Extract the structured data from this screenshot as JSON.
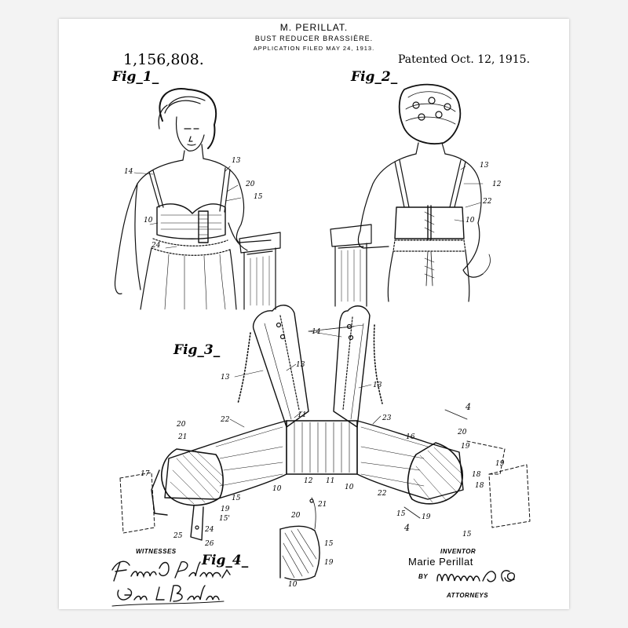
{
  "header": {
    "inventor_name": "M. PERILLAT.",
    "title": "BUST REDUCER BRASSIÈRE.",
    "filed": "APPLICATION FILED MAY 24, 1913.",
    "patent_number": "1,156,808.",
    "patented": "Patented Oct. 12, 1915."
  },
  "figures": {
    "fig1": "Fig_1_",
    "fig2": "Fig_2_",
    "fig3": "Fig_3_",
    "fig4": "Fig_4_"
  },
  "fig1_labels": [
    "14",
    "13",
    "20",
    "15",
    "10",
    "24"
  ],
  "fig2_labels": [
    "13",
    "12",
    "22",
    "10"
  ],
  "fig3_labels": [
    "14",
    "13",
    "13",
    "13",
    "11",
    "22",
    "23",
    "16",
    "4",
    "20",
    "21",
    "20",
    "19",
    "19",
    "18",
    "18",
    "17",
    "12",
    "10",
    "11",
    "10",
    "22",
    "15",
    "19",
    "15'",
    "24",
    "25",
    "26",
    "15",
    "4",
    "19",
    "15"
  ],
  "fig4_labels": [
    "21",
    "20",
    "15",
    "19",
    "10"
  ],
  "footer": {
    "witnesses": "WITNESSES",
    "inventor_label": "INVENTOR",
    "inventor": "Marie Perillat",
    "by": "BY",
    "attorneys": "ATTORNEYS",
    "witness_1": "Frank C. Palmer",
    "witness_2": "Geo. L. Beeler",
    "attorney_signature": "Munn & Co"
  }
}
